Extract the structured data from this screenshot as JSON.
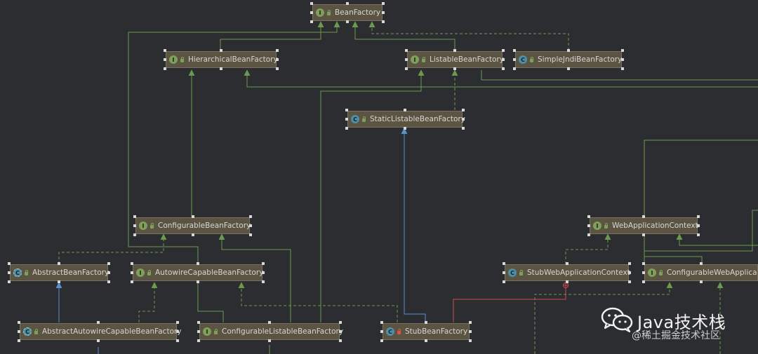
{
  "diagram": {
    "nodes": [
      {
        "id": "BeanFactory",
        "label": "BeanFactory",
        "kind": "interface",
        "icon": "I"
      },
      {
        "id": "HierarchicalBeanFactory",
        "label": "HierarchicalBeanFactory",
        "kind": "interface",
        "icon": "I"
      },
      {
        "id": "ListableBeanFactory",
        "label": "ListableBeanFactory",
        "kind": "interface",
        "icon": "I"
      },
      {
        "id": "SimpleJndiBeanFactory",
        "label": "SimpleJndiBeanFactory",
        "kind": "class",
        "icon": "C"
      },
      {
        "id": "StaticListableBeanFactory",
        "label": "StaticListableBeanFactory",
        "kind": "class",
        "icon": "C"
      },
      {
        "id": "ConfigurableBeanFactory",
        "label": "ConfigurableBeanFactory",
        "kind": "interface",
        "icon": "I"
      },
      {
        "id": "WebApplicationContext",
        "label": "WebApplicationContext",
        "kind": "interface",
        "icon": "I"
      },
      {
        "id": "AbstractBeanFactory",
        "label": "AbstractBeanFactory",
        "kind": "abstract",
        "icon": "C"
      },
      {
        "id": "AutowireCapableBeanFactory",
        "label": "AutowireCapableBeanFactory",
        "kind": "interface",
        "icon": "I"
      },
      {
        "id": "StubWebApplicationContext",
        "label": "StubWebApplicationContext",
        "kind": "class",
        "icon": "C"
      },
      {
        "id": "ConfigurableWebApplicationContext",
        "label": "ConfigurableWebApplicati",
        "kind": "interface",
        "icon": "I"
      },
      {
        "id": "AbstractAutowireCapableBeanFactory",
        "label": "AbstractAutowireCapableBeanFactory",
        "kind": "abstract",
        "icon": "C"
      },
      {
        "id": "ConfigurableListableBeanFactory",
        "label": "ConfigurableListableBeanFactory",
        "kind": "interface",
        "icon": "I"
      },
      {
        "id": "StubBeanFactory",
        "label": "StubBeanFactory",
        "kind": "class",
        "icon": "C",
        "modifier": "red"
      }
    ],
    "colors": {
      "background": "#2b2d30",
      "extends_interface": "#6a9a4e",
      "extends_class": "#5b8fd4",
      "inner_class": "#d04c4c",
      "node_fill": "#5c5442"
    }
  },
  "watermark": {
    "title": "Java技术栈",
    "subtitle": "@稀土掘金技术社区",
    "logo_icon": "wechat-icon"
  }
}
